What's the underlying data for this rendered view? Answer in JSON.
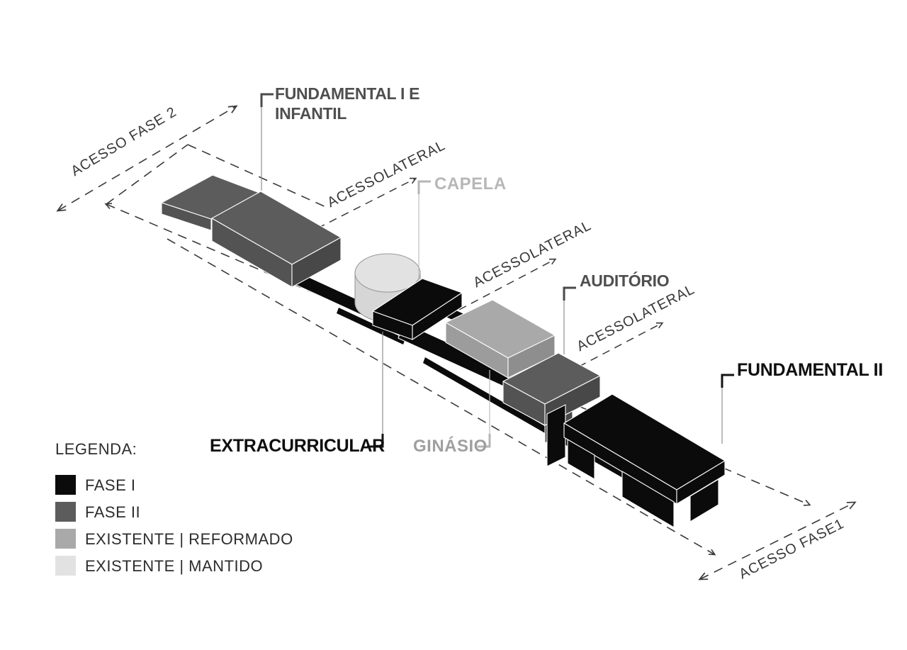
{
  "diagram": {
    "access": {
      "fase2": "ACESSO FASE 2",
      "fase1": "ACESSO FASE1",
      "lateral": "ACESSOLATERAL"
    },
    "buildings": {
      "fundamental1_line1": "FUNDAMENTAL I E",
      "fundamental1_line2": "INFANTIL",
      "capela": "CAPELA",
      "auditorio": "AUDITÓRIO",
      "fundamental2": "FUNDAMENTAL II",
      "extracurricular": "EXTRACURRICULAR",
      "ginasio": "GINÁSIO"
    },
    "legend": {
      "title": "LEGENDA:",
      "items": [
        {
          "label": "FASE I",
          "color": "#0b0b0b"
        },
        {
          "label": "FASE II",
          "color": "#5c5c5c"
        },
        {
          "label": "EXISTENTE | REFORMADO",
          "color": "#a9a9a9"
        },
        {
          "label": "EXISTENTE | MANTIDO",
          "color": "#e2e2e2"
        }
      ]
    },
    "colors": {
      "fase1": "#0b0b0b",
      "fase2": "#5c5c5c",
      "existente_reformado": "#a9a9a9",
      "existente_mantido": "#e2e2e2",
      "dash_line": "#3a3a3a",
      "label_dark_gray": "#4f4f4f",
      "label_black": "#0f0f0f",
      "label_light_gray": "#b7b7b7"
    }
  }
}
